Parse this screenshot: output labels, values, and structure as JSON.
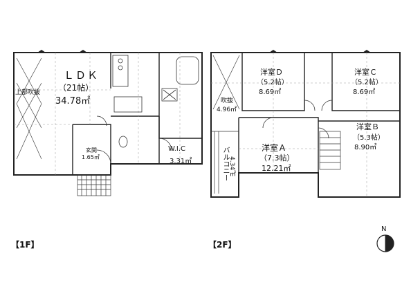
{
  "floor1": {
    "tag": "【1F】",
    "ldk": {
      "name": "ＬＤＫ",
      "tatami": "（21帖）",
      "area": "34.78㎡"
    },
    "void_label": "上部吹抜",
    "entrance": {
      "name": "玄関",
      "area": "1.65㎡"
    },
    "wic": {
      "name": "W.I.C",
      "area": "3.31㎡"
    }
  },
  "floor2": {
    "tag": "【2F】",
    "room_d": {
      "name": "洋室Ｄ",
      "tatami": "（5.2帖）",
      "area": "8.69㎡"
    },
    "room_c": {
      "name": "洋室Ｃ",
      "tatami": "（5.2帖）",
      "area": "8.69㎡"
    },
    "room_b": {
      "name": "洋室Ｂ",
      "tatami": "（5.3帖）",
      "area": "8.90㎡"
    },
    "room_a": {
      "name": "洋室Ａ",
      "tatami": "（7.3帖）",
      "area": "12.21㎡"
    },
    "void": {
      "name": "吹抜",
      "area": "4.96㎡"
    },
    "balcony": {
      "name": "バルコニー",
      "area": "4.34㎡"
    }
  },
  "compass": {
    "label": "N"
  }
}
